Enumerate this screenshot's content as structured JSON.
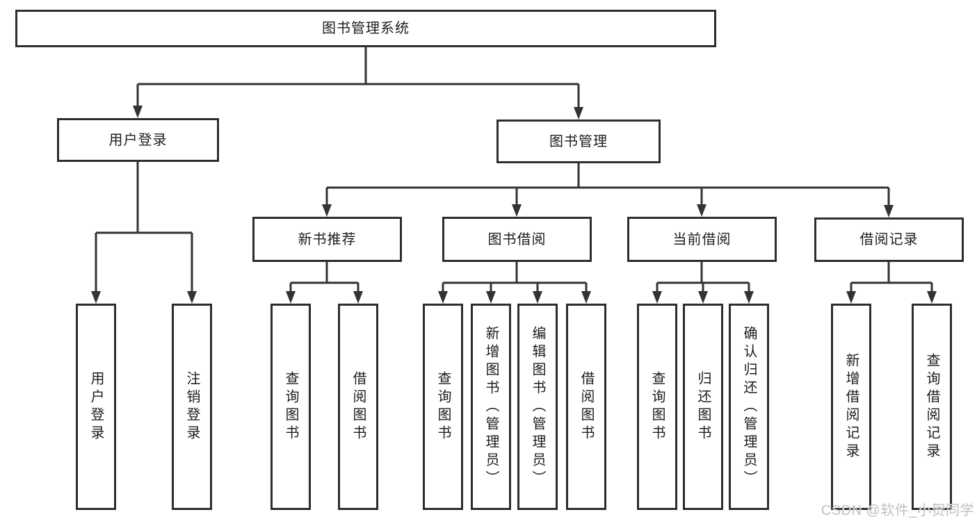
{
  "diagram": {
    "title": "图书管理系统",
    "level2": {
      "user_login": "用户登录",
      "book_management": "图书管理"
    },
    "level3": {
      "new_book_recommend": "新书推荐",
      "book_borrow": "图书借阅",
      "current_borrow": "当前借阅",
      "borrow_records": "借阅记录"
    },
    "leaves": {
      "user_login": "用户登录",
      "logout": "注销登录",
      "rec_query_books": "查询图书",
      "rec_borrow_books": "借阅图书",
      "bb_query_books": "查询图书",
      "bb_add_books": "新增图书（管理员）",
      "bb_edit_books": "编辑图书（管理员）",
      "bb_borrow_books": "借阅图书",
      "cb_query_books": "查询图书",
      "cb_return_books": "归还图书",
      "cb_confirm_return": "确认归还（管理员）",
      "br_add_record": "新增借阅记录",
      "br_query_record": "查询借阅记录"
    }
  },
  "watermark": "CSDN @软件_小贺同学",
  "colors": {
    "line": "#333333",
    "box_border": "#2d2d2d",
    "box_fill": "#ffffff",
    "text": "#1d1d1d",
    "watermark": "#bfc0c2",
    "background": "#ffffff"
  }
}
